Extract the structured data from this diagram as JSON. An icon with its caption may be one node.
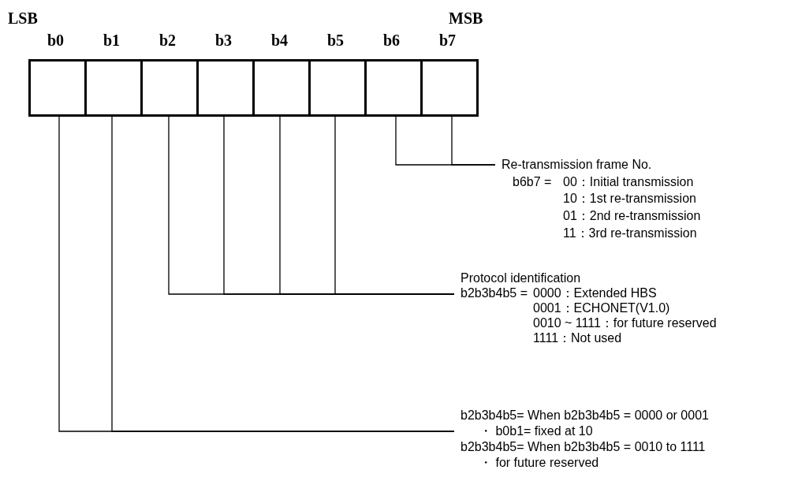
{
  "diagram": {
    "nodes": [
      {
        "text": [
          "b0"
        ]
      },
      {
        "text": [
          "b1"
        ]
      },
      {
        "text": [
          "b2"
        ]
      },
      {
        "text": [
          "b3"
        ]
      },
      {
        "text": [
          "b4"
        ]
      },
      {
        "text": [
          "b5"
        ]
      },
      {
        "text": [
          "b6"
        ]
      },
      {
        "text": [
          "b7"
        ]
      },
      {
        "text": [
          "Re-transmission frame No.",
          "b6b7 =",
          "00：Initial transmission",
          "10：1st re-transmission",
          "01：2nd re-transmission",
          "11：3rd re-transmission"
        ]
      },
      {
        "text": [
          "Protocol identification",
          "b2b3b4b5 =",
          "0000：Extended HBS",
          "0001：ECHONET(V1.0)",
          "0010 ~ 1111：for future reserved",
          "1111：Not used"
        ]
      },
      {
        "text": [
          "b2b3b4b5= When b2b3b4b5 = 0000 or 0001",
          "・ b0b1= fixed at 10",
          "b2b3b4b5= When b2b3b4b5 = 0010 to 1111",
          "・ for future reserved"
        ]
      }
    ],
    "edges": [
      {
        "from": 6,
        "to": 8,
        "arrow": "none"
      },
      {
        "from": 7,
        "to": 8,
        "arrow": "none"
      },
      {
        "from": 2,
        "to": 9,
        "arrow": "none"
      },
      {
        "from": 3,
        "to": 9,
        "arrow": "none"
      },
      {
        "from": 4,
        "to": 9,
        "arrow": "none"
      },
      {
        "from": 5,
        "to": 9,
        "arrow": "none"
      },
      {
        "from": 0,
        "to": 10,
        "arrow": "none"
      },
      {
        "from": 1,
        "to": 10,
        "arrow": "none"
      }
    ],
    "labels": [
      "LSB",
      "MSB"
    ]
  }
}
